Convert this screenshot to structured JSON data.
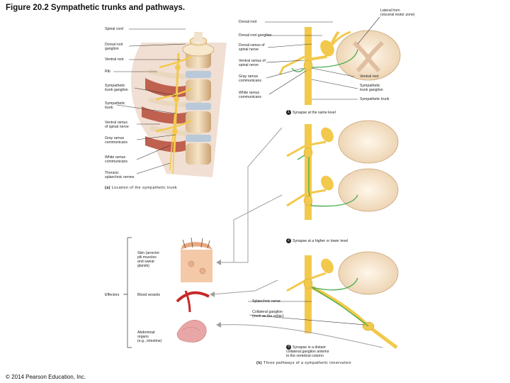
{
  "title": "Figure 20.2  Sympathetic trunks and pathways.",
  "copyright": "© 2014 Pearson Education, Inc.",
  "panel_a": {
    "caption_letter": "(a)",
    "caption_text": "Location of the sympathetic trunk",
    "labels": {
      "spinal_cord": "Spinal cord",
      "dorsal_root_ganglion": "Dorsal root\nganglion",
      "ventral_root": "Ventral root",
      "rib": "Rib",
      "sympathetic_trunk_ganglion": "Sympathetic\ntrunk ganglion",
      "sympathetic_trunk": "Sympathetic\ntrunk",
      "ventral_ramus": "Ventral ramus\nof spinal nerve",
      "gray_ramus": "Gray ramus\ncommunicans",
      "white_ramus": "White ramus\ncommunicans",
      "thoracic_splanchnic": "Thoracic\nsplanchnic nerves"
    }
  },
  "panel_b": {
    "caption_letter": "(b)",
    "caption_text": "Three pathways of a sympathetic innervation",
    "labels": {
      "lateral_horn": "Lateral horn\n(visceral motor zone)",
      "dorsal_root": "Dorsal root",
      "dorsal_root_ganglion": "Dorsal root ganglion",
      "dorsal_ramus": "Dorsal ramus of\nspinal nerve",
      "ventral_ramus": "Ventral ramus of\nspinal nerve",
      "gray_ramus": "Gray ramus\ncommunicans",
      "white_ramus": "White ramus\ncommunicans",
      "ventral_root": "Ventral root",
      "sympathetic_trunk_ganglion": "Sympathetic\ntrunk ganglion",
      "sympathetic_trunk": "Sympathetic trunk",
      "splanchnic_nerve": "Splanchnic nerve",
      "collateral_ganglion": "Collateral ganglion\n(such as the celiac)"
    },
    "pathways": [
      {
        "number": "1",
        "text": "Synapse at the same level"
      },
      {
        "number": "2",
        "text": "Synapse at a higher or lower level"
      },
      {
        "number": "3",
        "text": "Synapse in a distant\ncollateral ganglion anterior\nto the vertebral column"
      }
    ],
    "effectors": {
      "heading": "Effectors",
      "skin": "Skin (arrector\npili muscles\nand sweat\nglands)",
      "blood_vessels": "Blood vessels",
      "abdominal_organs": "Abdominal\norgans\n(e.g., intestine)"
    }
  },
  "colors": {
    "nerve_yellow": "#f2c94c",
    "nerve_outline": "#c9961e",
    "pathway_green": "#4caf50",
    "cord_tan": "#f5e6cc",
    "leader_line": "#333333",
    "arrow_gray": "#9e9e9e"
  }
}
